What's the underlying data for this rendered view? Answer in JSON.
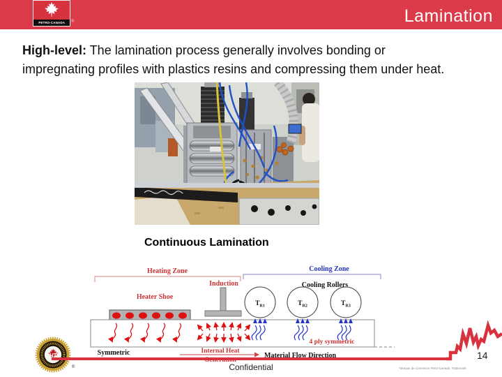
{
  "header": {
    "title": "Lamination",
    "logo": {
      "brand": "PETRO-CANADA",
      "registered": "®"
    }
  },
  "body": {
    "line1_lead": "High-level:",
    "line1_rest": " The lamination process generally involves bonding or",
    "line2": "impregnating profiles with plastics resins and compressing them under heat."
  },
  "photo": {
    "caption": "Continuous Lamination"
  },
  "diagram": {
    "heating_zone_label": "Heating Zone",
    "cooling_zone_label": "Cooling Zone",
    "cooling_rollers_label": "Cooling Rollers",
    "induction_label": "Induction",
    "heater_shoe_label": "Heater Shoe",
    "rollers": [
      {
        "base": "T",
        "sub": "R1"
      },
      {
        "base": "T",
        "sub": "R2"
      },
      {
        "base": "T",
        "sub": "R3"
      }
    ],
    "four_ply_label": "4 ply symmetric",
    "symmetric_label": "Symmetric",
    "internal_heat_line1": "Internal Heat",
    "internal_heat_line2": "Generation",
    "material_flow_label": "Material Flow Direction"
  },
  "footer": {
    "confidential": "Confidential",
    "page_number": "14",
    "trademark_note": "*Marque de commerce Petro-Canada.  Trademark",
    "badge_monogram": "HT"
  },
  "colors": {
    "banner_red": "#DB3A49",
    "accent_red": "#CC3333",
    "accent_blue": "#2233BB",
    "arrow_red": "#DD1111",
    "arrow_blue": "#2233CC",
    "machine_gray": "#B4B4B4"
  }
}
